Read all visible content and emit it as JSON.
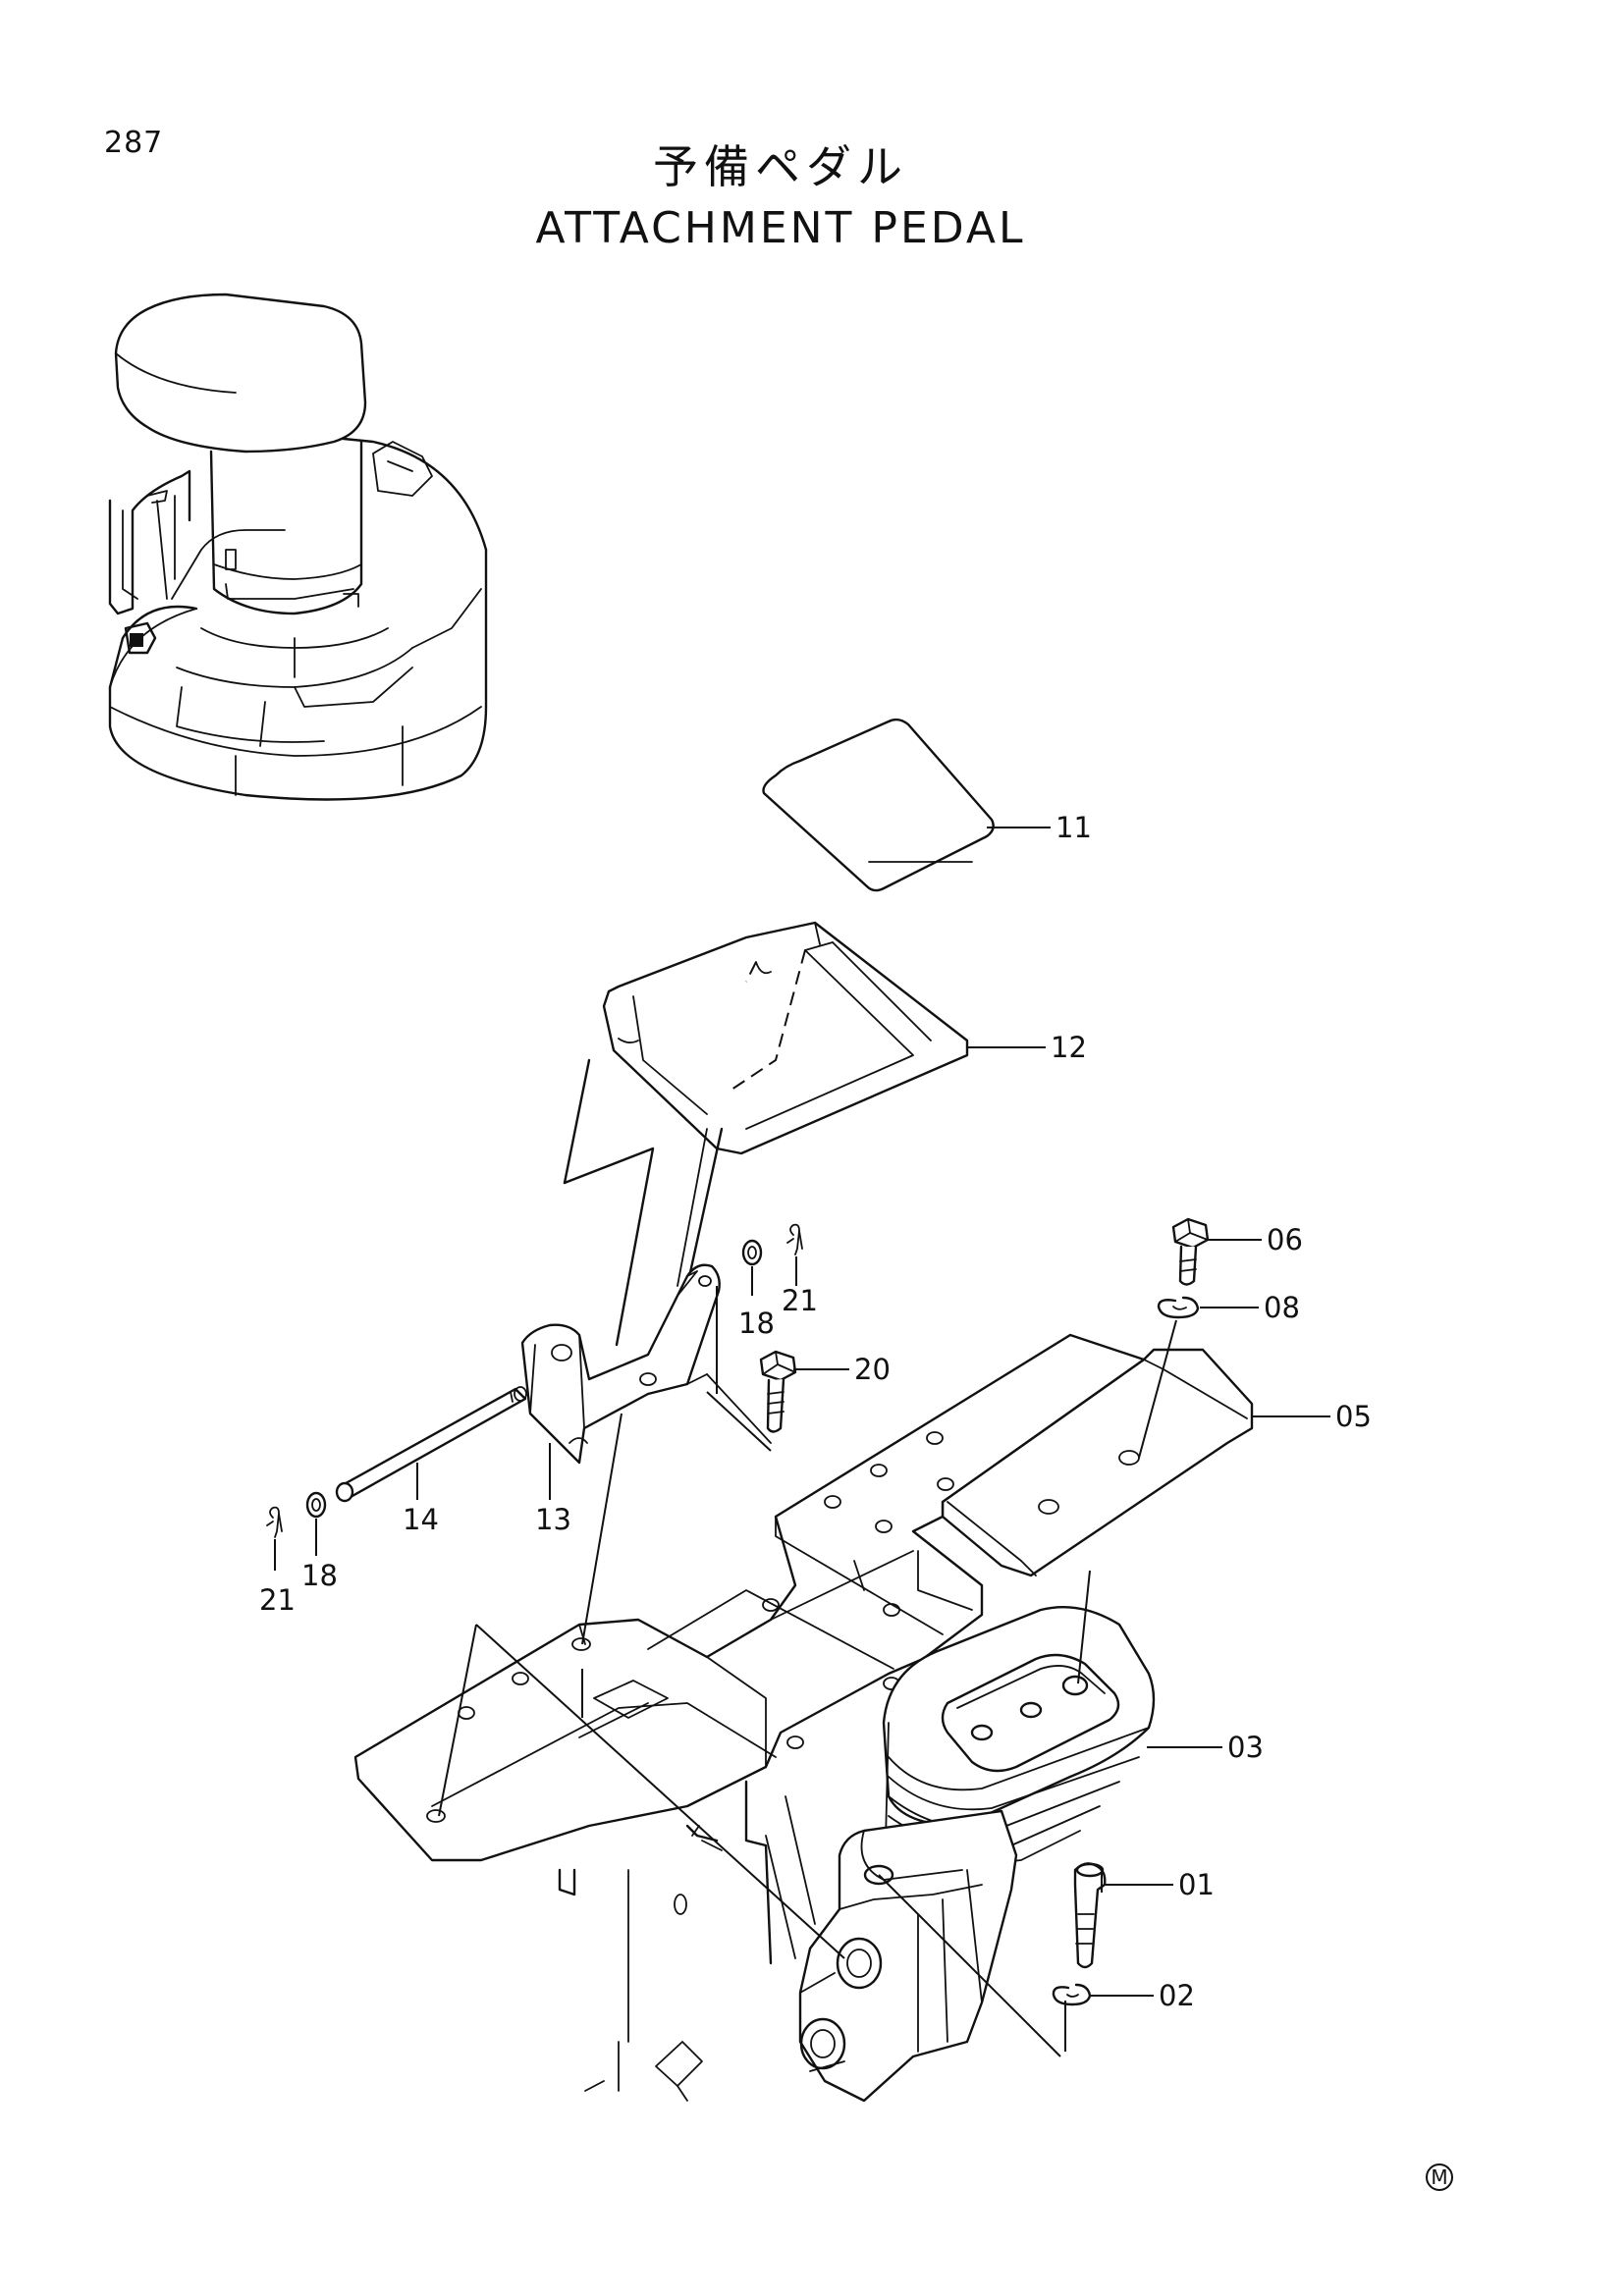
{
  "page_number": "287",
  "title_jp": "予備ペダル",
  "title_en": "ATTACHMENT  PEDAL",
  "manufacturer_mark": "M",
  "part_labels": {
    "p01": "01",
    "p02": "02",
    "p03": "03",
    "p05": "05",
    "p06": "06",
    "p08": "08",
    "p11": "11",
    "p12": "12",
    "p13": "13",
    "p14": "14",
    "p18a": "18",
    "p18b": "18",
    "p20": "20",
    "p21a": "21",
    "p21b": "21"
  }
}
